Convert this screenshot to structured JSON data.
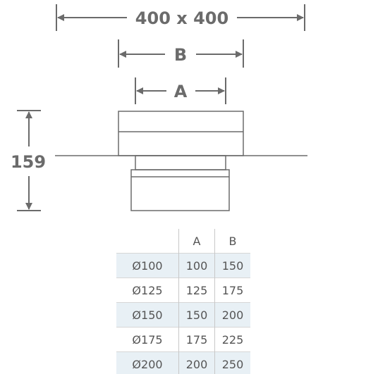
{
  "dimensions": {
    "overall": "400 x 400",
    "b": "B",
    "a": "A",
    "height": "159"
  },
  "colors": {
    "line": "#6b6b6b",
    "text": "#6b6b6b",
    "row_stripe": "#e8f0f5"
  },
  "table": {
    "headers": [
      "",
      "A",
      "B"
    ],
    "rows": [
      [
        "Ø100",
        "100",
        "150"
      ],
      [
        "Ø125",
        "125",
        "175"
      ],
      [
        "Ø150",
        "150",
        "200"
      ],
      [
        "Ø175",
        "175",
        "225"
      ],
      [
        "Ø200",
        "200",
        "250"
      ]
    ]
  }
}
